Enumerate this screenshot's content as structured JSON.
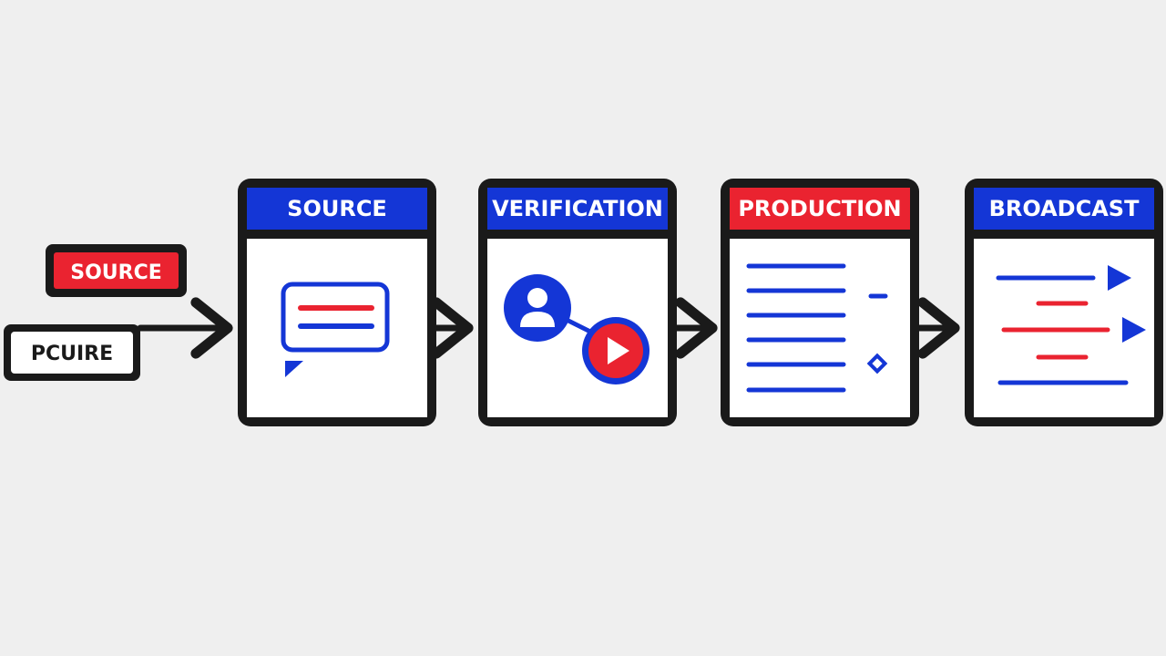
{
  "colors": {
    "background": "#efefef",
    "outline": "#1a1a1a",
    "blue": "#1436d6",
    "red": "#ea2330",
    "panel": "#ffffff"
  },
  "inputs": {
    "source_tag": {
      "label": "SOURCE",
      "color": "#ea2330"
    },
    "picture_tag": {
      "label": "PCUIRE"
    }
  },
  "stages": [
    {
      "title": "SOURCE",
      "header_color": "#1436d6",
      "icon": "message-bubble-icon"
    },
    {
      "title": "VERIFICATION",
      "header_color": "#1436d6",
      "icon": "user-to-video-icon"
    },
    {
      "title": "PRODUCTION",
      "header_color": "#ea2330",
      "icon": "script-lines-icon"
    },
    {
      "title": "BROADCAST",
      "header_color": "#1436d6",
      "icon": "broadcast-lines-icon"
    }
  ]
}
